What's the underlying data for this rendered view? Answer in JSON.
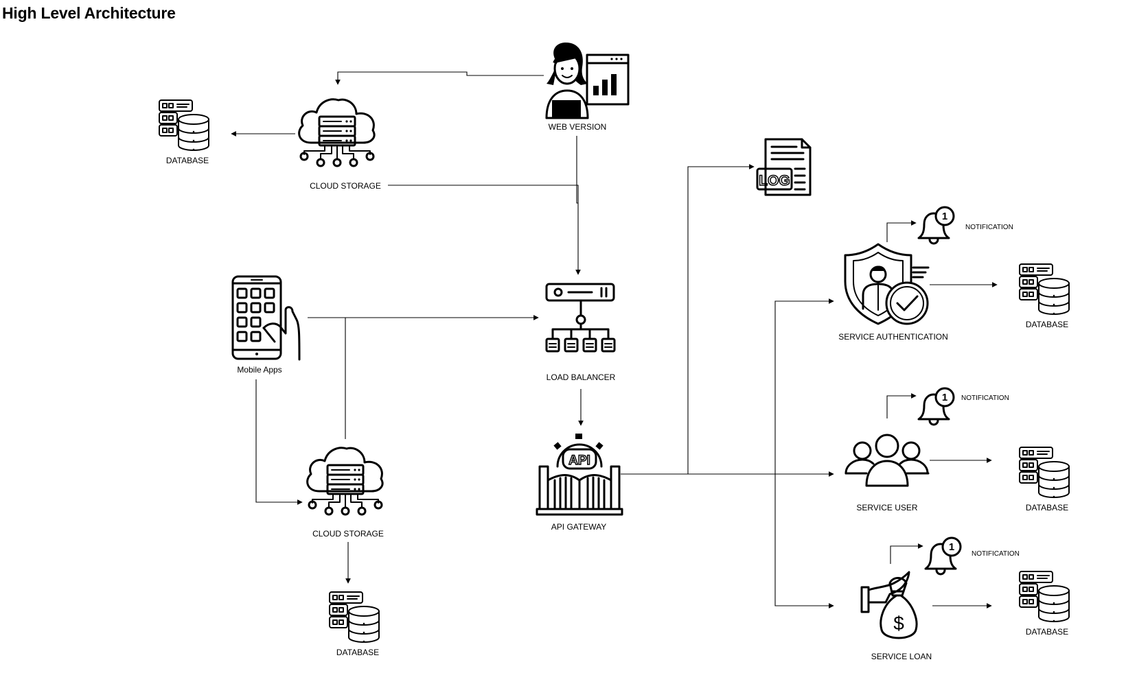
{
  "title": "High Level Architecture",
  "nodes": {
    "web_version": "WEB VERSION",
    "cloud_storage_top": "CLOUD STORAGE",
    "database_top_left": "DATABASE",
    "mobile_apps": "Mobile Apps",
    "cloud_storage_bottom": "CLOUD STORAGE",
    "database_bottom": "DATABASE",
    "load_balancer": "LOAD BALANCER",
    "api_gateway": "API GATEWAY",
    "log_label": "LOG",
    "service_authentication": "SERVICE AUTHENTICATION",
    "service_user": "SERVICE USER",
    "service_loan": "SERVICE LOAN",
    "notification_1": "NOTIFICATION",
    "notification_2": "NOTIFICATION",
    "notification_3": "NOTIFICATION",
    "database_auth": "DATABASE",
    "database_user": "DATABASE",
    "database_loan": "DATABASE",
    "api_badge": "API",
    "bell_count": "1",
    "currency_sign": "$"
  }
}
